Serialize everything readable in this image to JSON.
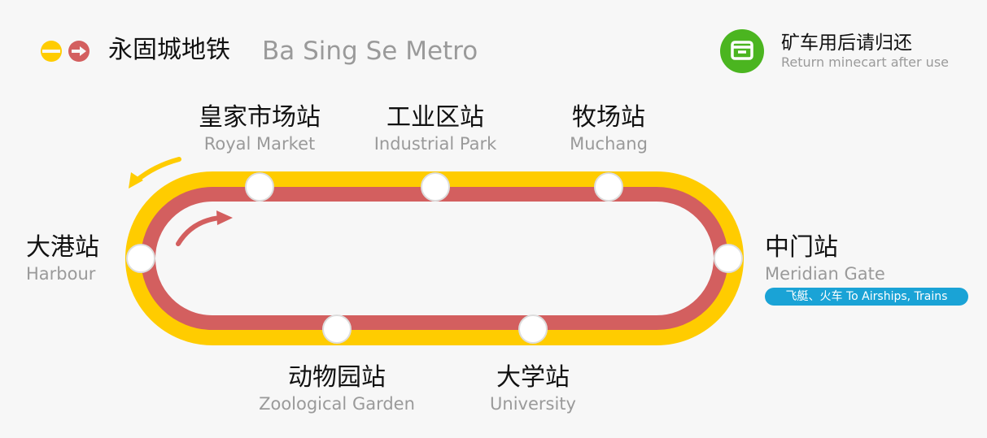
{
  "header": {
    "title_cn": "永固城地铁",
    "title_en": "Ba Sing Se Metro",
    "logo_icon": "metro-logo-icon"
  },
  "notice": {
    "icon": "minecart-icon",
    "text_cn": "矿车用后请归还",
    "text_en": "Return minecart after use"
  },
  "colors": {
    "outer_line": "#ffcc00",
    "inner_line": "#d35f5f",
    "notice_green": "#4bb520",
    "transfer_blue": "#1aa3d6",
    "station_fill": "#ffffff"
  },
  "stations": [
    {
      "id": "royal-market",
      "cn": "皇家市场站",
      "en": "Royal Market"
    },
    {
      "id": "industrial-park",
      "cn": "工业区站",
      "en": "Industrial Park"
    },
    {
      "id": "muchang",
      "cn": "牧场站",
      "en": "Muchang"
    },
    {
      "id": "harbour",
      "cn": "大港站",
      "en": "Harbour"
    },
    {
      "id": "meridian-gate",
      "cn": "中门站",
      "en": "Meridian Gate",
      "transfer": "飞艇、火车  To Airships, Trains"
    },
    {
      "id": "zoological-garden",
      "cn": "动物园站",
      "en": "Zoological Garden"
    },
    {
      "id": "university",
      "cn": "大学站",
      "en": "University"
    }
  ],
  "directions": {
    "outer": "counterclockwise",
    "inner": "clockwise"
  }
}
